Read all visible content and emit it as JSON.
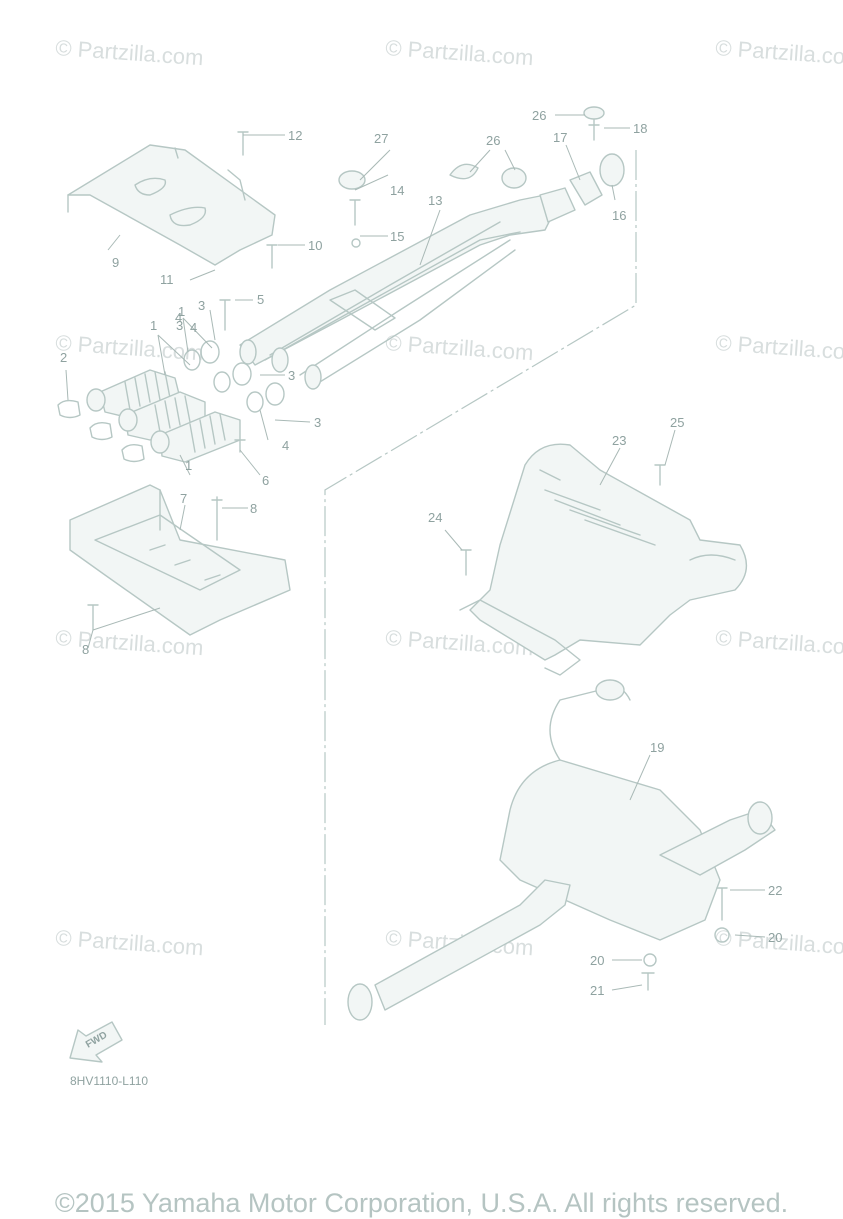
{
  "watermark": "© Partzilla.com",
  "diagram_code": "8HV1110-L110",
  "fwd_label": "FWD",
  "copyright": "©2015 Yamaha Motor Corporation, U.S.A. All rights reserved.",
  "callouts": [
    "1",
    "1",
    "1",
    "2",
    "3",
    "3",
    "3",
    "3",
    "4",
    "4",
    "4",
    "5",
    "6",
    "7",
    "8",
    "8",
    "9",
    "10",
    "11",
    "12",
    "13",
    "14",
    "15",
    "16",
    "17",
    "18",
    "19",
    "20",
    "20",
    "21",
    "22",
    "23",
    "24",
    "25",
    "26",
    "26",
    "27"
  ],
  "colors": {
    "line": "#b6c7c4",
    "label": "#8fa2a0",
    "watermark": "#d8dede"
  }
}
